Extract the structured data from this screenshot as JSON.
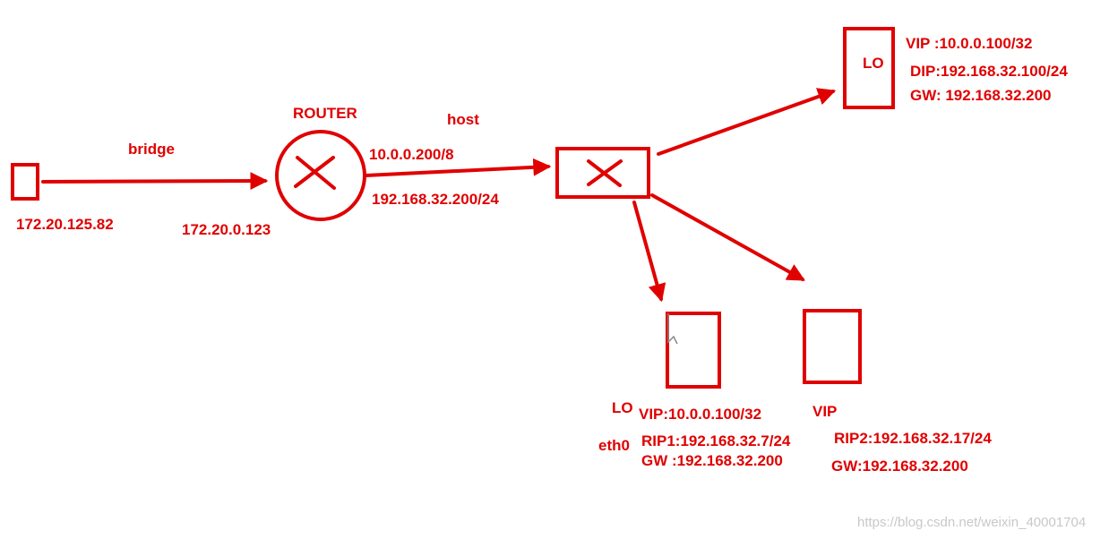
{
  "colors": {
    "ink": "#e00000",
    "watermark": "#c8c8c8"
  },
  "client": {
    "ip": "172.20.125.82"
  },
  "link": {
    "label": "bridge"
  },
  "router": {
    "title": "ROUTER",
    "external_ip": "172.20.0.123",
    "ip_public": "10.0.0.200/8",
    "ip_private": "192.168.32.200/24"
  },
  "host": {
    "label": "host"
  },
  "director": {
    "box_label": "LO",
    "vip": "VIP :10.0.0.100/32",
    "dip": "DIP:192.168.32.100/24",
    "gw": "GW: 192.168.32.200"
  },
  "real_server_1": {
    "lo_label": "LO",
    "eth_label": "eth0",
    "vip": "VIP:10.0.0.100/32",
    "rip": "RIP1:192.168.32.7/24",
    "gw": "GW :192.168.32.200"
  },
  "real_server_2": {
    "vip_label": "VIP",
    "rip": "RIP2:192.168.32.17/24",
    "gw": "GW:192.168.32.200"
  },
  "watermark": "https://blog.csdn.net/weixin_40001704"
}
